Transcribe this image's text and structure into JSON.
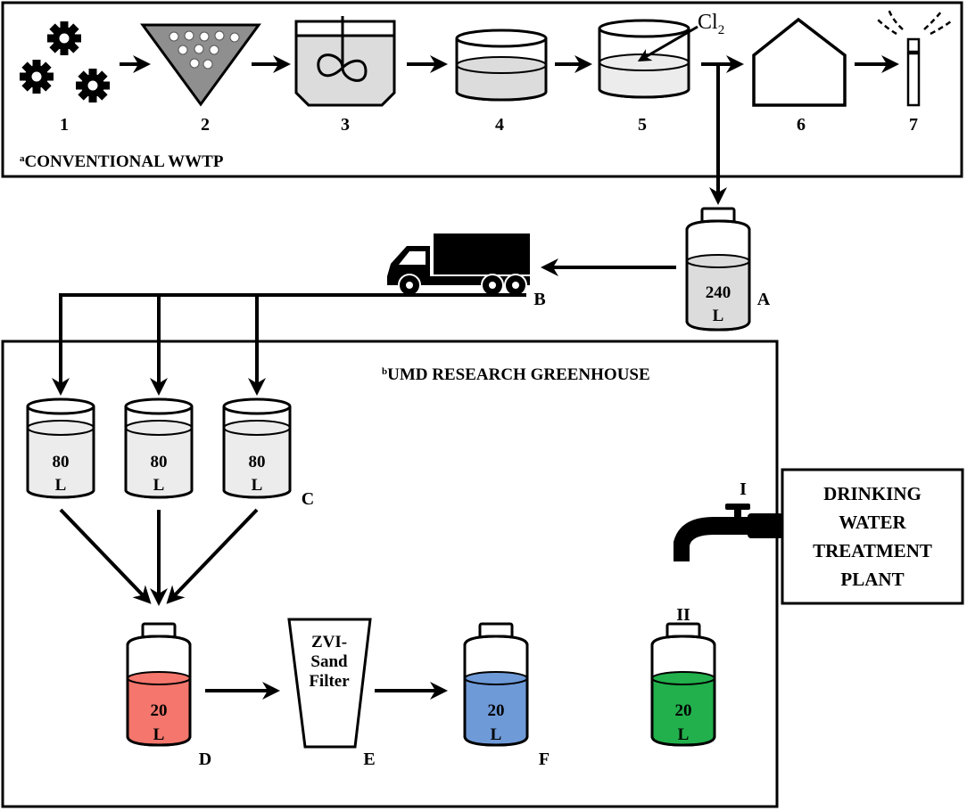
{
  "sections": {
    "wwtp_sup": "a",
    "wwtp_label": "CONVENTIONAL WWTP",
    "greenhouse_sup": "b",
    "greenhouse_label": "UMD RESEARCH GREENHOUSE"
  },
  "steps": [
    {
      "label": "1",
      "icon": "gears-icon"
    },
    {
      "label": "2",
      "icon": "screen-icon"
    },
    {
      "label": "3",
      "icon": "mixing-tank-icon"
    },
    {
      "label": "4",
      "icon": "clarifier-icon"
    },
    {
      "label": "5",
      "icon": "chlorination-tank-icon"
    },
    {
      "label": "6",
      "icon": "greenhouse-icon"
    },
    {
      "label": "7",
      "icon": "sprinkler-icon"
    }
  ],
  "chlorine": {
    "symbol": "Cl",
    "subscript": "2"
  },
  "tank_a": {
    "label": "A",
    "volume": "240",
    "unit": "L"
  },
  "truck": {
    "label": "B",
    "icon": "truck-icon"
  },
  "buckets_c": {
    "label": "C",
    "items": [
      {
        "volume": "80",
        "unit": "L"
      },
      {
        "volume": "80",
        "unit": "L"
      },
      {
        "volume": "80",
        "unit": "L"
      }
    ]
  },
  "bottle_d": {
    "label": "D",
    "volume": "20",
    "unit": "L"
  },
  "filter_e": {
    "label": "E",
    "line1": "ZVI-",
    "line2": "Sand",
    "line3": "Filter"
  },
  "bottle_f": {
    "label": "F",
    "volume": "20",
    "unit": "L"
  },
  "bottle_ii": {
    "label": "II",
    "volume": "20",
    "unit": "L"
  },
  "faucet": {
    "label": "I",
    "icon": "faucet-icon"
  },
  "dwtp": {
    "line1": "DRINKING",
    "line2": "WATER",
    "line3": "TREATMENT",
    "line4": "PLANT"
  },
  "colors": {
    "water_gray": "#dcdcdc",
    "bucket_fill": "#ececec",
    "bottle_d_fill": "#f4766c",
    "bottle_f_fill": "#6f9ad8",
    "bottle_ii_fill": "#22b04c"
  }
}
